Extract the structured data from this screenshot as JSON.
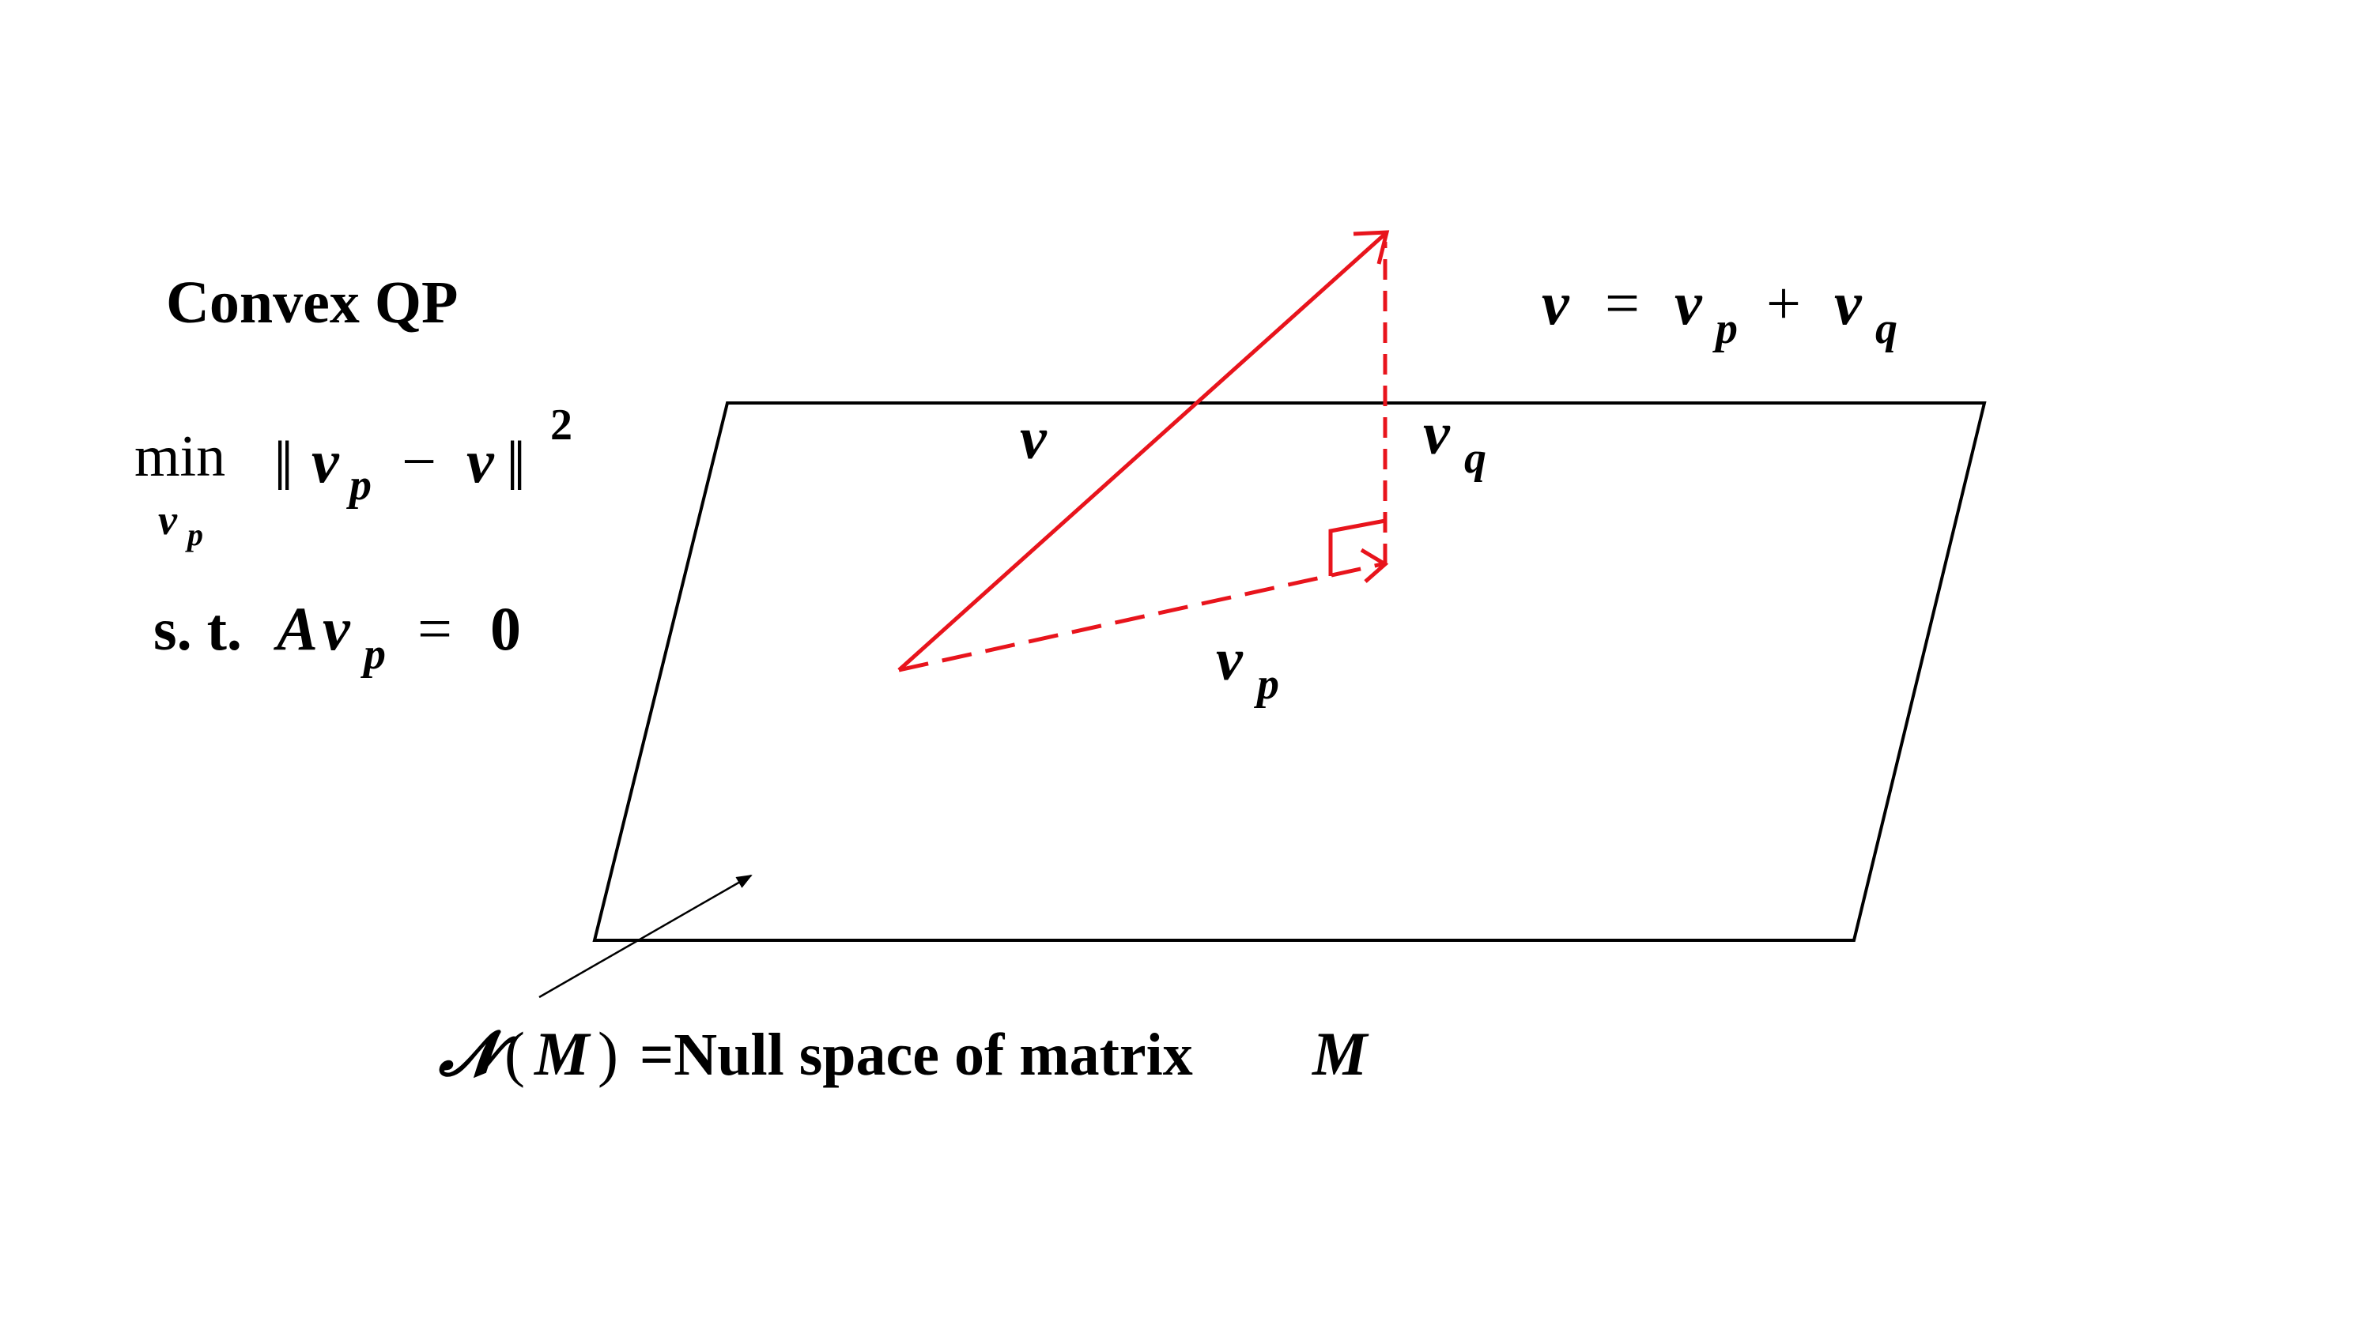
{
  "qp": {
    "title": "Convex QP",
    "objective": {
      "operator": "min",
      "operator_sub": "v",
      "operator_sub_sub": "p",
      "norm_open": "‖",
      "term1": "v",
      "term1_sub": "p",
      "minus": "−",
      "term2": "v",
      "norm_close": "‖",
      "power": "2"
    },
    "constraint": {
      "prefix": "s. t.",
      "var_a": "A",
      "var_v": "v",
      "var_v_sub": "p",
      "equals": "=",
      "rhs": "0"
    }
  },
  "decomposition": {
    "lhs": "v",
    "equals": "=",
    "t1": "v",
    "t1_sub": "p",
    "plus": "+",
    "t2": "v",
    "t2_sub": "q"
  },
  "vector_labels": {
    "v": "v",
    "vq": "v",
    "vq_sub": "q",
    "vp": "v",
    "vp_sub": "p"
  },
  "caption": {
    "script_n": "𝓝",
    "open": "(",
    "arg": "M",
    "close": ")",
    "text": " =Null space of matrix ",
    "matrix": "M"
  },
  "colors": {
    "vector": "#e8141c",
    "plane": "#000000",
    "text": "#000000",
    "background": "#ffffff"
  }
}
